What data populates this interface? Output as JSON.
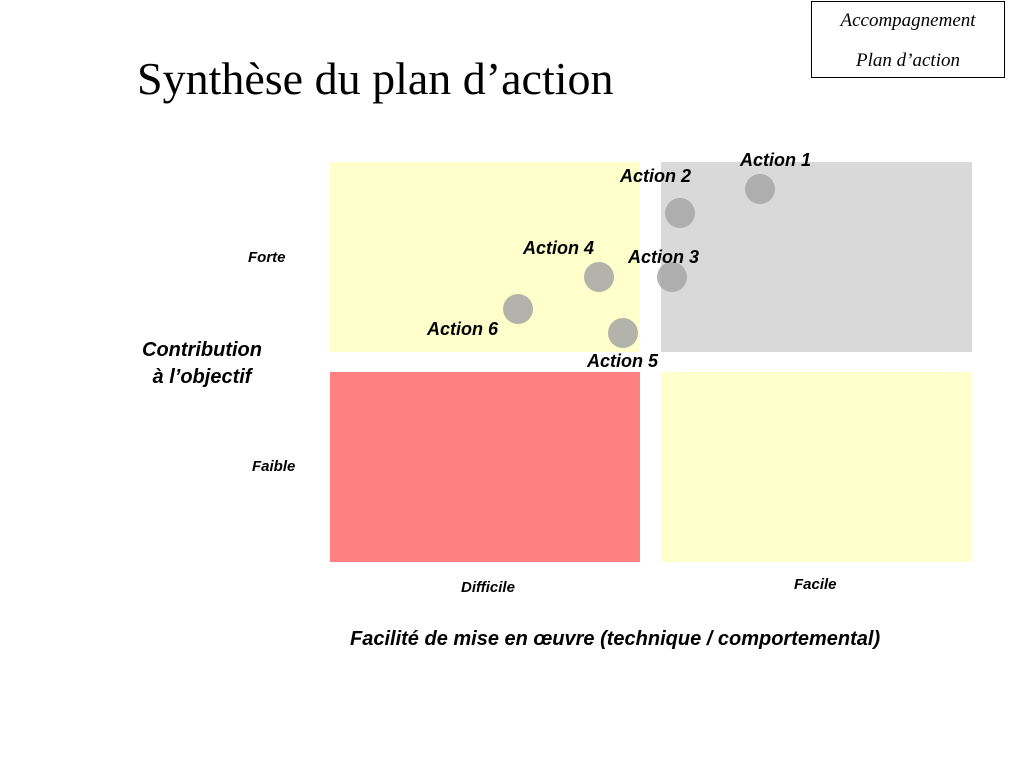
{
  "tag": {
    "line1": "Accompagnement",
    "line2": "Plan d’action"
  },
  "title": "Synthèse du plan d’action",
  "y_axis": {
    "title_line1": "Contribution",
    "title_line2": "à l’objectif",
    "high": "Forte",
    "low": "Faible"
  },
  "x_axis": {
    "title": "Facilité de mise en œuvre (technique / comportemental)",
    "low": "Difficile",
    "high": "Facile"
  },
  "colors": {
    "quadrant_top_left": "#ffffcc",
    "quadrant_top_right": "#d9d9d9",
    "quadrant_bottom_left": "#ff8080",
    "quadrant_bottom_right": "#ffffcc",
    "action_dot": "#a6a6a6"
  },
  "actions": [
    {
      "label": "Action 1"
    },
    {
      "label": "Action 2"
    },
    {
      "label": "Action 3"
    },
    {
      "label": "Action 4"
    },
    {
      "label": "Action 5"
    },
    {
      "label": "Action 6"
    }
  ]
}
